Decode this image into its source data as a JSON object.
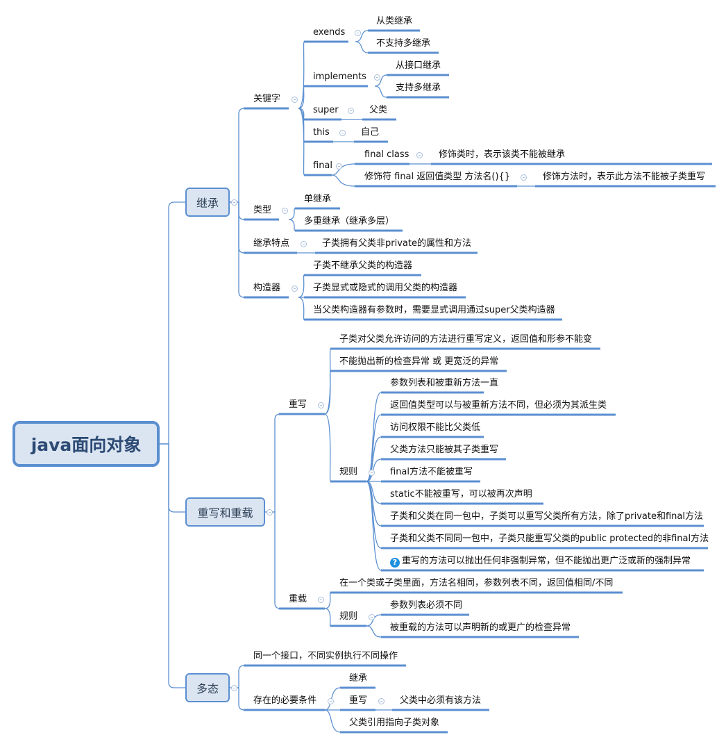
{
  "root": {
    "label": "java面向对象"
  },
  "colors": {
    "line": "#5b8fd0",
    "thin_line": "#6a96d2",
    "node_fill": "#dbe5f2"
  },
  "inheritance": {
    "label": "继承",
    "keywords": {
      "label": "关键字",
      "exends": {
        "label": "exends",
        "children": [
          "从类继承",
          "不支持多继承"
        ]
      },
      "implements": {
        "label": "implements",
        "children": [
          "从接口继承",
          "支持多继承"
        ]
      },
      "super": {
        "label": "super",
        "child": "父类"
      },
      "this": {
        "label": "this",
        "child": "自己"
      },
      "final": {
        "label": "final",
        "class": {
          "label": "final class",
          "child": "修饰类时，表示该类不能被继承"
        },
        "method": {
          "label": "修饰符   final   返回值类型   方法名(){}",
          "child": "修饰方法时，表示此方法不能被子类重写"
        }
      }
    },
    "types": {
      "label": "类型",
      "children": [
        "单继承",
        "多重继承（继承多层）"
      ]
    },
    "features": {
      "label": "继承特点",
      "child": "子类拥有父类非private的属性和方法"
    },
    "constructor": {
      "label": "构造器",
      "children": [
        "子类不继承父类的构造器",
        "子类显式或隐式的调用父类的构造器",
        "当父类构造器有参数时，需要显式调用通过super父类构造器"
      ]
    }
  },
  "override_overload": {
    "label": "重写和重载",
    "override": {
      "label": "重写",
      "children": [
        "子类对父类允许访问的方法进行重写定义，返回值和形参不能变",
        "不能抛出新的检查异常 或 更宽泛的异常"
      ],
      "rules": {
        "label": "规则",
        "items": [
          "参数列表和被重新方法一直",
          "返回值类型可以与被重新方法不同，但必须为其派生类",
          "访问权限不能比父类低",
          "父类方法只能被其子类重写",
          "final方法不能被重写",
          "static不能被重写，可以被再次声明",
          "子类和父类在同一包中，子类可以重写父类所有方法，除了private和final方法",
          "子类和父类不同同一包中，子类只能重写父类的public protected的非final方法",
          "重写的方法可以抛出任何非强制异常，但不能抛出更广泛或新的强制异常"
        ],
        "help_icon": "?"
      }
    },
    "overload": {
      "label": "重载",
      "child": "在一个类或子类里面，方法名相同，参数列表不同，返回值相同/不同",
      "rules": {
        "label": "规则",
        "items": [
          "参数列表必须不同",
          "被重载的方法可以声明新的或更广的检查异常"
        ]
      }
    }
  },
  "polymorphism": {
    "label": "多态",
    "child": "同一个接口，不同实例执行不同操作",
    "conditions": {
      "label": "存在的必要条件",
      "inherit": "继承",
      "override": {
        "label": "重写",
        "child": "父类中必须有该方法"
      },
      "ref": "父类引用指向子类对象"
    }
  }
}
